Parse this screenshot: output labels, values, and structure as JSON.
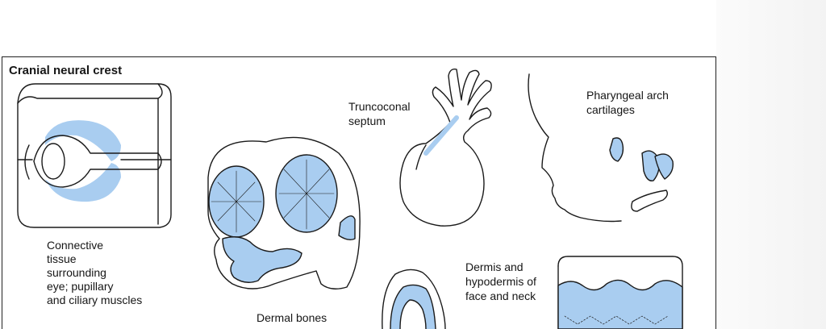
{
  "figure": {
    "title": "Cranial neural crest",
    "labels": {
      "eye": [
        "Connective",
        "tissue",
        "surrounding",
        "eye; pupillary",
        "and ciliary muscles"
      ],
      "truncoconal": [
        "Truncoconal",
        "septum"
      ],
      "pharyngeal": [
        "Pharyngeal arch",
        "cartilages"
      ],
      "dermal_bones": "Dermal bones",
      "dermis": [
        "Dermis and",
        "hypodermis of",
        "face and neck"
      ]
    },
    "colors": {
      "highlight": "#a9cdf0",
      "line": "#1a1a1a"
    }
  }
}
